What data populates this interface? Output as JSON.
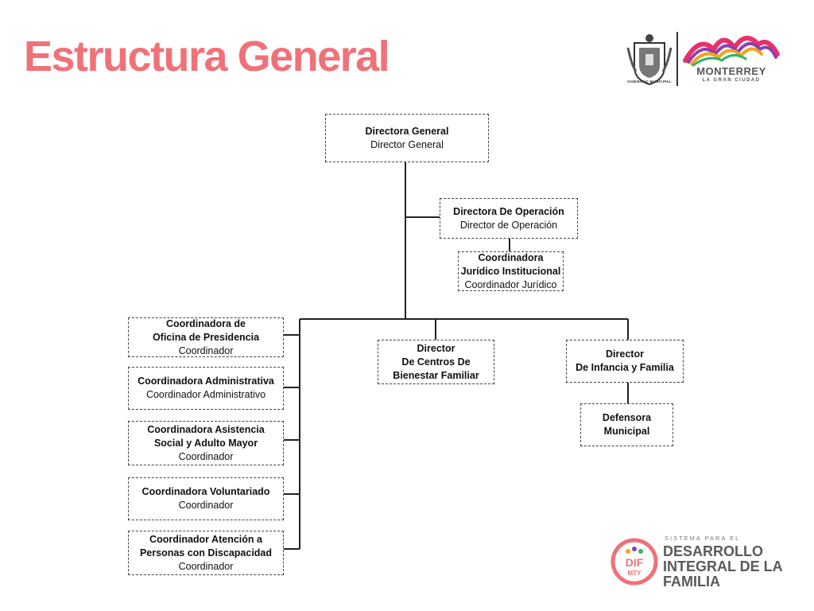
{
  "title": "Estructura General",
  "logos": {
    "municipal_seal_caption": "GOBIERNO MUNICIPAL",
    "city_name": "MONTERREY",
    "city_tagline": "LA GRAN CIUDAD",
    "dif_badge_top": "DIF",
    "dif_badge_bottom": "MTY",
    "dif_system": "SISTEMA PARA EL",
    "dif_name_1": "DESARROLLO",
    "dif_name_2": "INTEGRAL DE LA",
    "dif_name_3": "FAMILIA"
  },
  "nodes": {
    "directora_general": {
      "line1": "Directora General",
      "line2": "Director General"
    },
    "directora_operacion": {
      "line1": "Directora De Operación",
      "line2": "Director de Operación"
    },
    "coord_juridico": {
      "line1": "Coordinadora",
      "line2": "Jurídico Institucional",
      "line3": "Coordinador Jurídico"
    },
    "coord_presidencia": {
      "line1": "Coordinadora de",
      "line2": "Oficina de Presidencia",
      "line3": "Coordinador"
    },
    "coord_administrativa": {
      "line1": "Coordinadora Administrativa",
      "line2": "Coordinador Administrativo"
    },
    "coord_asistencia": {
      "line1": "Coordinadora Asistencia",
      "line2": "Social y Adulto Mayor",
      "line3": "Coordinador"
    },
    "coord_voluntariado": {
      "line1": "Coordinadora Voluntariado",
      "line2": "Coordinador"
    },
    "coord_discapacidad": {
      "line1": "Coordinador Atención a",
      "line2": "Personas con Discapacidad",
      "line3": "Coordinador"
    },
    "director_centros": {
      "line1": "Director",
      "line2": "De Centros De",
      "line3": "Bienestar Familiar"
    },
    "director_infancia": {
      "line1": "Director",
      "line2": "De Infancia y Familia"
    },
    "defensora": {
      "line1": "Defensora",
      "line2": "Municipal"
    }
  },
  "colors": {
    "title": "#f07178",
    "line": "#222222",
    "dif_accent": "#f07178"
  }
}
